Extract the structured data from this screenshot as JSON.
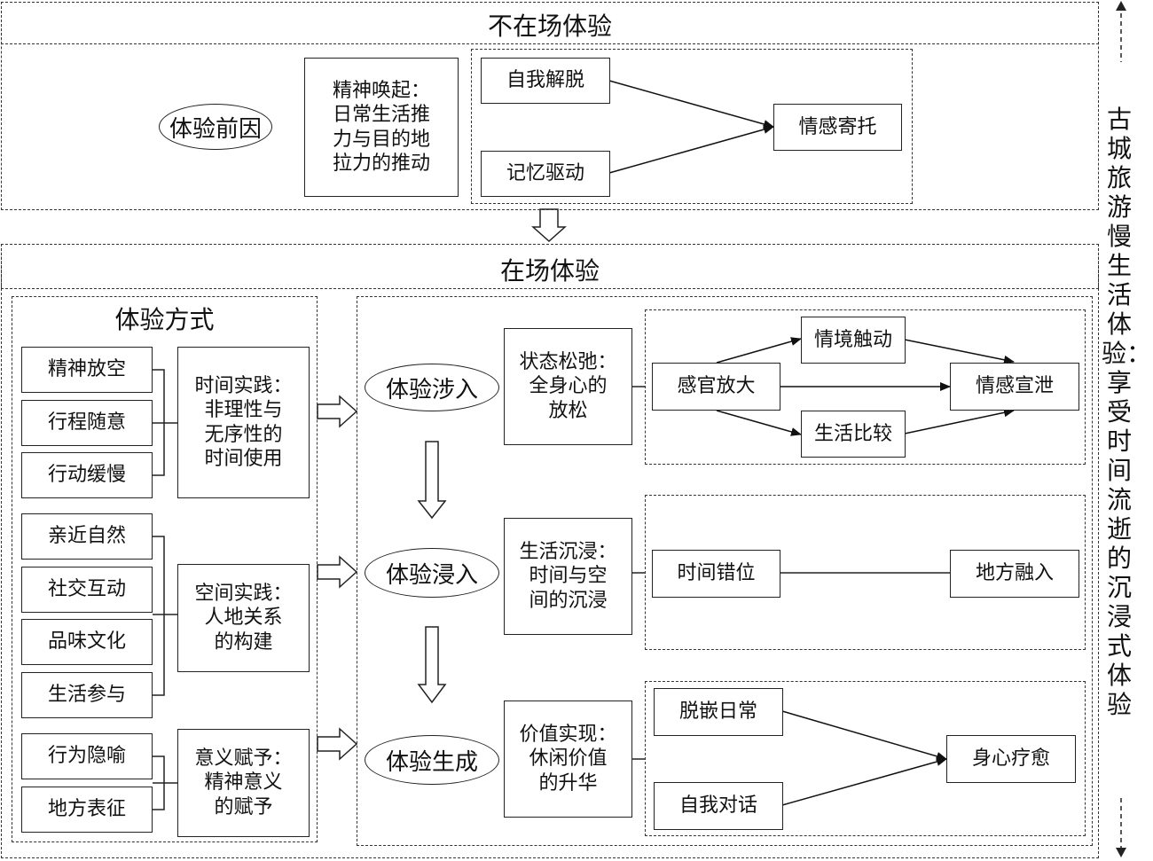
{
  "absent": {
    "title": "不在场体验",
    "antecedent": "体验前因",
    "arousal": "精神唤起：\n日常生活推\n力与目的地\n拉力的推动",
    "escape": "自我解脱",
    "memory": "记忆驱动",
    "emotion": "情感寄托"
  },
  "present": {
    "title": "在场体验",
    "modes_title": "体验方式",
    "group1_items": [
      "精神放空",
      "行程随意",
      "行动缓慢"
    ],
    "time_practice": "时间实践：\n非理性与\n无序性的\n时间使用",
    "group2_items": [
      "亲近自然",
      "社交互动",
      "品味文化",
      "生活参与"
    ],
    "space_practice": "空间实践：\n人地关系\n的构建",
    "group3_items": [
      "行为隐喻",
      "地方表征"
    ],
    "meaning": "意义赋予：\n精神意义\n的赋予",
    "stage1": "体验涉入",
    "relax": "状态松弛：\n全身心的\n放松",
    "sense": "感官放大",
    "touch": "情境触动",
    "vent": "情感宣泄",
    "compare": "生活比较",
    "stage2": "体验浸入",
    "immerse": "生活沉浸：\n时间与空\n间的沉浸",
    "dislocation": "时间错位",
    "integration": "地方融入",
    "stage3": "体验生成",
    "value": "价值实现：\n休闲价值\n的升华",
    "disembed": "脱嵌日常",
    "dialog": "自我对话",
    "heal": "身心疗愈"
  },
  "sidebar": "古城旅游慢生活体验：享受时间流逝的沉浸式体验"
}
